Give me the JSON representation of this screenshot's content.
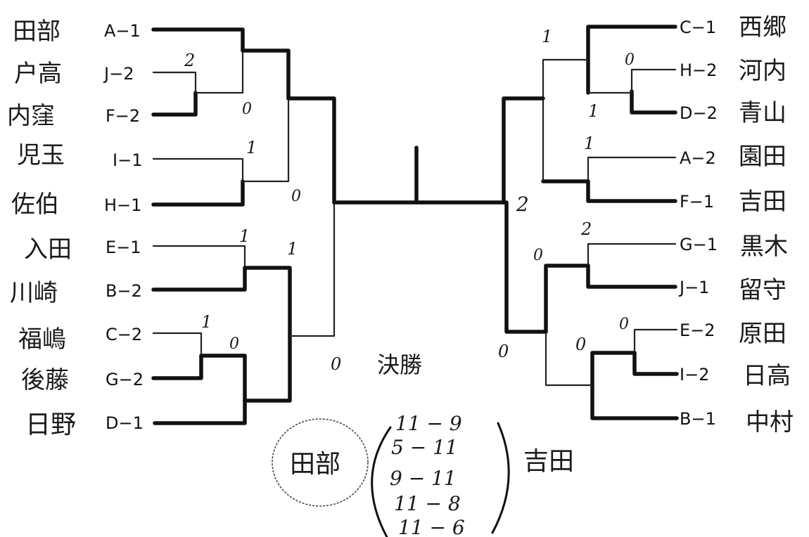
{
  "left": [
    {
      "name": "田部",
      "code": "A−1"
    },
    {
      "name": "户高",
      "code": "J−2"
    },
    {
      "name": "内窪",
      "code": "F−2"
    },
    {
      "name": "児玉",
      "code": "I−1"
    },
    {
      "name": "佐伯",
      "code": "H−1"
    },
    {
      "name": "入田",
      "code": "E−1"
    },
    {
      "name": "川崎",
      "code": "B−2"
    },
    {
      "name": "福嶋",
      "code": "C−2"
    },
    {
      "name": "後藤",
      "code": "G−2"
    },
    {
      "name": "日野",
      "code": "D−1"
    }
  ],
  "right": [
    {
      "name": "西郷",
      "code": "C−1"
    },
    {
      "name": "河内",
      "code": "H−2"
    },
    {
      "name": "青山",
      "code": "D−2"
    },
    {
      "name": "園田",
      "code": "A−2"
    },
    {
      "name": "吉田",
      "code": "F−1"
    },
    {
      "name": "黒木",
      "code": "G−1"
    },
    {
      "name": "留守",
      "code": "J−1"
    },
    {
      "name": "原田",
      "code": "E−2"
    },
    {
      "name": "日高",
      "code": "I−2"
    },
    {
      "name": "中村",
      "code": "B−1"
    }
  ],
  "marks": [
    {
      "id": "m1",
      "text": "2"
    },
    {
      "id": "m2",
      "text": "0"
    },
    {
      "id": "m3",
      "text": "1"
    },
    {
      "id": "m4",
      "text": "0"
    },
    {
      "id": "m5",
      "text": "1"
    },
    {
      "id": "m6",
      "text": "1"
    },
    {
      "id": "m7",
      "text": "1"
    },
    {
      "id": "m8",
      "text": "0"
    },
    {
      "id": "m9",
      "text": "0"
    },
    {
      "id": "m10",
      "text": "1"
    },
    {
      "id": "m11",
      "text": "0"
    },
    {
      "id": "m12",
      "text": "1"
    },
    {
      "id": "m13",
      "text": "1"
    },
    {
      "id": "m14",
      "text": "2"
    },
    {
      "id": "m15",
      "text": "2"
    },
    {
      "id": "m16",
      "text": "0"
    },
    {
      "id": "m17",
      "text": "0"
    },
    {
      "id": "m18",
      "text": "0"
    },
    {
      "id": "m19",
      "text": "0"
    }
  ],
  "final": {
    "label": "決勝",
    "winner": "田部",
    "runner_up": "吉田",
    "scores": [
      "11 − 9",
      "5 − 11",
      "9 − 11",
      "11 − 8",
      "11 − 6"
    ]
  }
}
